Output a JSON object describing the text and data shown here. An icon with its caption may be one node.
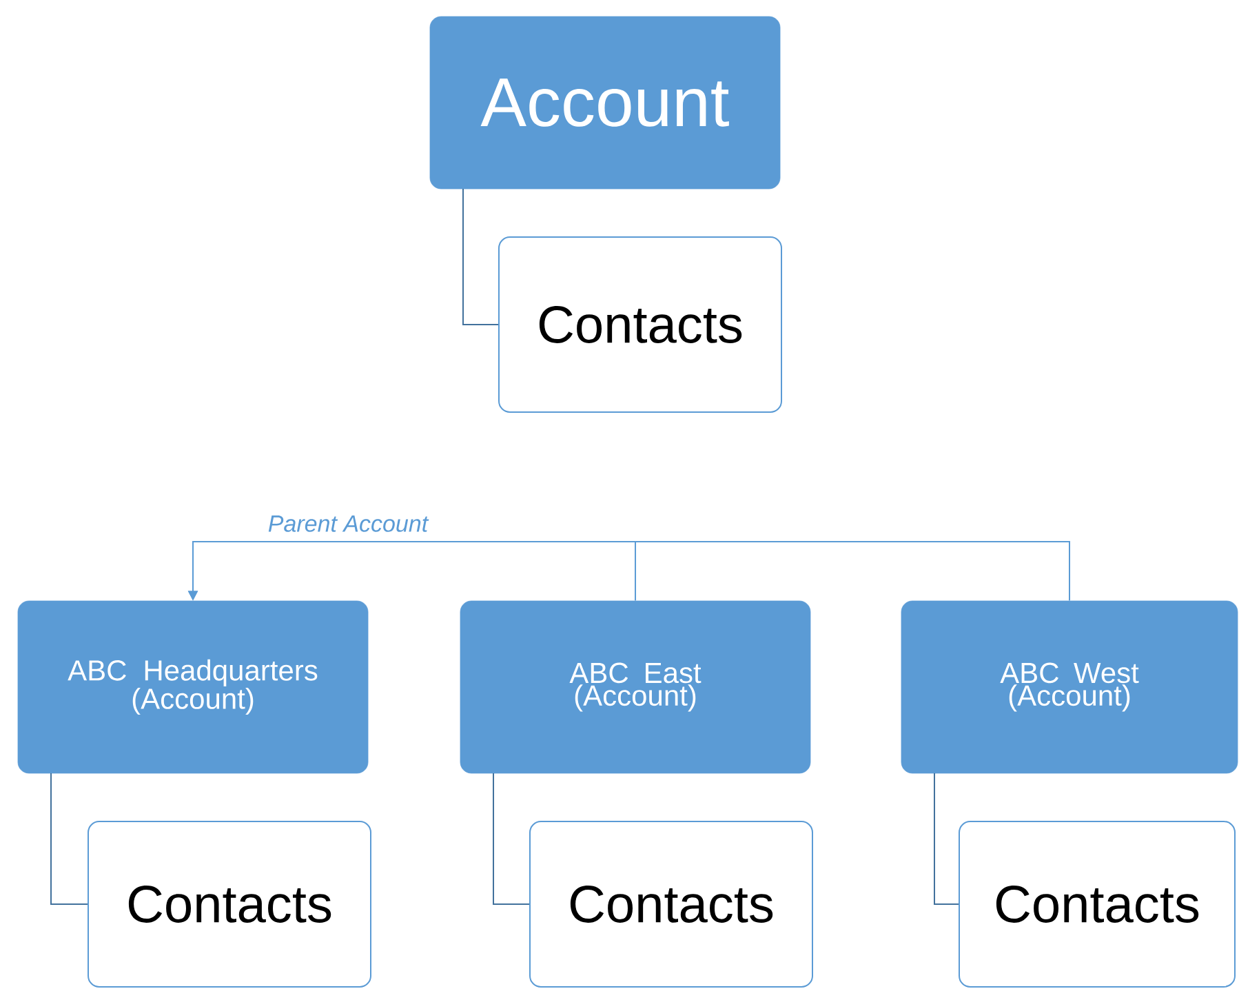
{
  "diagram": {
    "nodes": [
      {
        "text": [
          "Account"
        ]
      },
      {
        "text": [
          "Contacts"
        ]
      },
      {
        "text": [
          "ABC Headquarters (Account)"
        ]
      },
      {
        "text": [
          "ABC East (Account)"
        ]
      },
      {
        "text": [
          "ABC West (Account)"
        ]
      },
      {
        "text": [
          "Contacts"
        ]
      },
      {
        "text": [
          "Contacts"
        ]
      },
      {
        "text": [
          "Contacts"
        ]
      }
    ],
    "edges": [
      {
        "from": 0,
        "to": 1,
        "arrow": "none"
      },
      {
        "from": 3,
        "to": 2,
        "arrow": "to",
        "label": "Parent Account",
        "color": "#5b9bd5"
      },
      {
        "from": 4,
        "to": 2,
        "arrow": "to",
        "color": "#5b9bd5"
      },
      {
        "from": 2,
        "to": 5,
        "arrow": "none"
      },
      {
        "from": 3,
        "to": 6,
        "arrow": "none"
      },
      {
        "from": 4,
        "to": 7,
        "arrow": "none"
      }
    ]
  }
}
